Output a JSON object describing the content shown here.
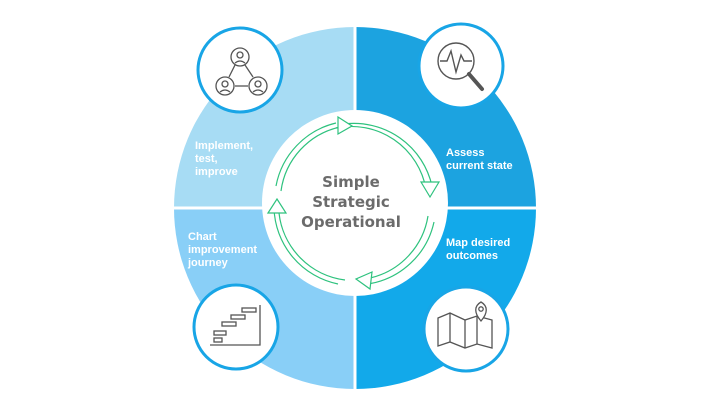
{
  "center": {
    "lines": [
      "Simple",
      "Strategic",
      "Operational"
    ]
  },
  "quadrants": {
    "top_left": {
      "label_lines": [
        "Implement,",
        "test,",
        "improve"
      ],
      "icon": "people-network-icon",
      "color": "#a7dcf4"
    },
    "top_right": {
      "label_lines": [
        "Assess",
        "current state"
      ],
      "icon": "magnifier-pulse-icon",
      "color": "#1ca3e0"
    },
    "bottom_right": {
      "label_lines": [
        "Map desired",
        "outcomes"
      ],
      "icon": "map-pin-icon",
      "color": "#12a9ea"
    },
    "bottom_left": {
      "label_lines": [
        "Chart",
        "improvement",
        "journey"
      ],
      "icon": "gantt-chart-icon",
      "color": "#89cff7"
    }
  },
  "colors": {
    "icon_ring": "#18a5e6",
    "icon_stroke": "#555555",
    "cycle_arrows": "#2ec27e",
    "center_text": "#6b6b6b"
  }
}
